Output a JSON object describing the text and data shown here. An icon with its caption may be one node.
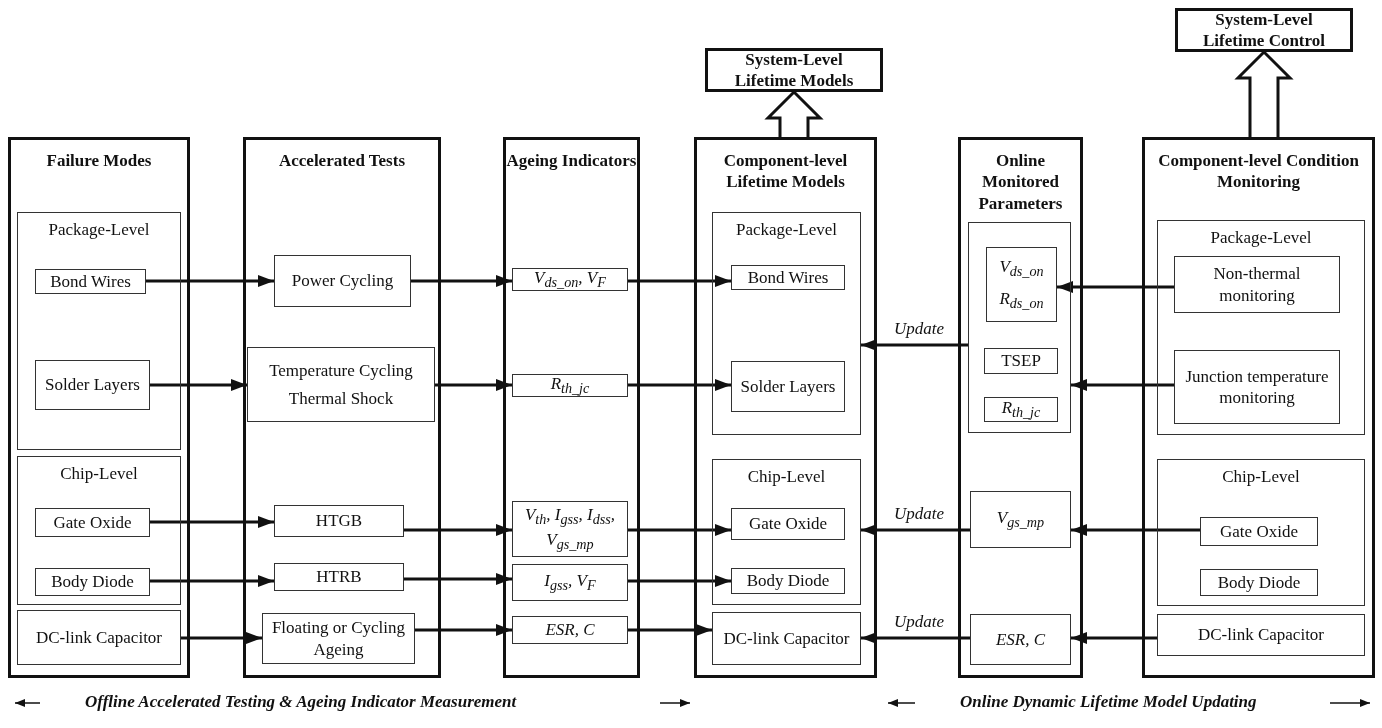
{
  "diagram": {
    "nodes": [
      {
        "text": [
          "Failure Modes"
        ]
      },
      {
        "text": [
          "Package-Level"
        ],
        "in": 0
      },
      {
        "text": [
          "Bond Wires"
        ],
        "in": 1
      },
      {
        "text": [
          "Solder Layers"
        ],
        "in": 1
      },
      {
        "text": [
          "Chip-Level"
        ],
        "in": 0
      },
      {
        "text": [
          "Gate Oxide"
        ],
        "in": 4
      },
      {
        "text": [
          "Body Diode"
        ],
        "in": 4
      },
      {
        "text": [
          "DC-link Capacitor"
        ],
        "in": 0
      },
      {
        "text": [
          "Accelerated Tests"
        ]
      },
      {
        "text": [
          "Power Cycling"
        ],
        "in": 8
      },
      {
        "text": [
          "Temperature Cycling",
          "Thermal Shock"
        ],
        "in": 8
      },
      {
        "text": [
          "HTGB"
        ],
        "in": 8
      },
      {
        "text": [
          "HTRB"
        ],
        "in": 8
      },
      {
        "text": [
          "Floating or Cycling Ageing"
        ],
        "in": 8
      },
      {
        "text": [
          "Ageing Indicators"
        ]
      },
      {
        "text": [
          "V$_{ds_on}$, V$_{F}$"
        ],
        "in": 14
      },
      {
        "text": [
          "R$_{th_jc}$"
        ],
        "in": 14
      },
      {
        "text": [
          "V$_{th}$, I$_{gss}$, I$_{dss}$, V$_{gs_mp}$"
        ],
        "in": 14
      },
      {
        "text": [
          "I$_{gss}$, V$_{F}$"
        ],
        "in": 14
      },
      {
        "text": [
          "ESR, C"
        ],
        "in": 14
      },
      {
        "text": [
          "Component-level Lifetime Models"
        ]
      },
      {
        "text": [
          "Package-Level"
        ],
        "in": 20
      },
      {
        "text": [
          "Bond Wires"
        ],
        "in": 21
      },
      {
        "text": [
          "Solder Layers"
        ],
        "in": 21
      },
      {
        "text": [
          "Chip-Level"
        ],
        "in": 20
      },
      {
        "text": [
          "Gate Oxide"
        ],
        "in": 24
      },
      {
        "text": [
          "Body Diode"
        ],
        "in": 24
      },
      {
        "text": [
          "DC-link Capacitor"
        ],
        "in": 20
      },
      {
        "text": [
          "Online Monitored Parameters"
        ]
      },
      {
        "text": [],
        "shape": "box",
        "in": 28
      },
      {
        "text": [
          "V$_{ds_on}$",
          "R$_{ds_on}$"
        ],
        "in": 29
      },
      {
        "text": [
          "TSEP"
        ],
        "in": 29
      },
      {
        "text": [
          "R$_{th_jc}$"
        ],
        "in": 29
      },
      {
        "text": [
          "V$_{gs_mp}$"
        ],
        "in": 28
      },
      {
        "text": [
          "ESR, C"
        ],
        "in": 28
      },
      {
        "text": [
          "Component-level Condition Monitoring"
        ]
      },
      {
        "text": [
          "Package-Level"
        ],
        "in": 35
      },
      {
        "text": [
          "Non-thermal monitoring"
        ],
        "in": 36
      },
      {
        "text": [
          "Junction temperature monitoring"
        ],
        "in": 36
      },
      {
        "text": [
          "Chip-Level"
        ],
        "in": 35
      },
      {
        "text": [
          "Gate Oxide"
        ],
        "in": 39
      },
      {
        "text": [
          "Body Diode"
        ],
        "in": 39
      },
      {
        "text": [
          "DC-link Capacitor"
        ],
        "in": 35
      },
      {
        "text": [
          "System-Level Lifetime Models"
        ]
      },
      {
        "text": [
          "System-Level Lifetime Control"
        ]
      }
    ],
    "edges": [
      {
        "from": 2,
        "to": 9,
        "arrow": "to"
      },
      {
        "from": 3,
        "to": 10,
        "arrow": "to"
      },
      {
        "from": 5,
        "to": 11,
        "arrow": "to"
      },
      {
        "from": 6,
        "to": 12,
        "arrow": "to"
      },
      {
        "from": 7,
        "to": 13,
        "arrow": "to"
      },
      {
        "from": 9,
        "to": 15,
        "arrow": "to"
      },
      {
        "from": 10,
        "to": 16,
        "arrow": "to"
      },
      {
        "from": 11,
        "to": 17,
        "arrow": "to"
      },
      {
        "from": 12,
        "to": 18,
        "arrow": "to"
      },
      {
        "from": 13,
        "to": 19,
        "arrow": "to"
      },
      {
        "from": 15,
        "to": 22,
        "arrow": "to"
      },
      {
        "from": 16,
        "to": 23,
        "arrow": "to"
      },
      {
        "from": 17,
        "to": 25,
        "arrow": "to"
      },
      {
        "from": 18,
        "to": 26,
        "arrow": "to"
      },
      {
        "from": 19,
        "to": 27,
        "arrow": "to"
      },
      {
        "from": 29,
        "to": 21,
        "arrow": "to",
        "label": "Update"
      },
      {
        "from": 33,
        "to": 24,
        "arrow": "to",
        "label": "Update"
      },
      {
        "from": 34,
        "to": 27,
        "arrow": "to",
        "label": "Update"
      },
      {
        "from": 37,
        "to": 30,
        "arrow": "to"
      },
      {
        "from": 38,
        "to": 29,
        "arrow": "to"
      },
      {
        "from": 40,
        "to": 33,
        "arrow": "to"
      },
      {
        "from": 42,
        "to": 34,
        "arrow": "to"
      },
      {
        "from": 20,
        "to": 43,
        "arrow": "to",
        "style": "thick"
      },
      {
        "from": 35,
        "to": 44,
        "arrow": "to",
        "style": "thick"
      }
    ],
    "labels": [
      "Offline Accelerated Testing & Ageing Indicator Measurement",
      "Online Dynamic Lifetime Model Updating"
    ]
  }
}
